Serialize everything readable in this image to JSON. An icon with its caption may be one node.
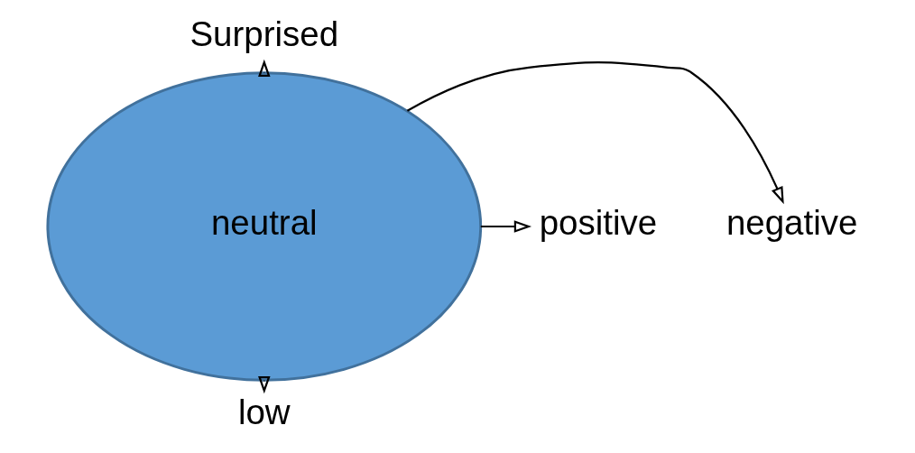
{
  "diagram": {
    "nodes": [
      {
        "text": [
          "neutral"
        ]
      },
      {
        "text": [
          "Surprised"
        ]
      },
      {
        "text": [
          "negative"
        ]
      },
      {
        "text": [
          "positive"
        ]
      },
      {
        "text": [
          "low"
        ]
      }
    ],
    "edges": [
      {
        "from": 0,
        "to": 1,
        "arrow": "to"
      },
      {
        "from": 0,
        "to": 2,
        "arrow": "to"
      },
      {
        "from": 0,
        "to": 3,
        "arrow": "to"
      },
      {
        "from": 0,
        "to": 4,
        "arrow": "to"
      }
    ]
  }
}
